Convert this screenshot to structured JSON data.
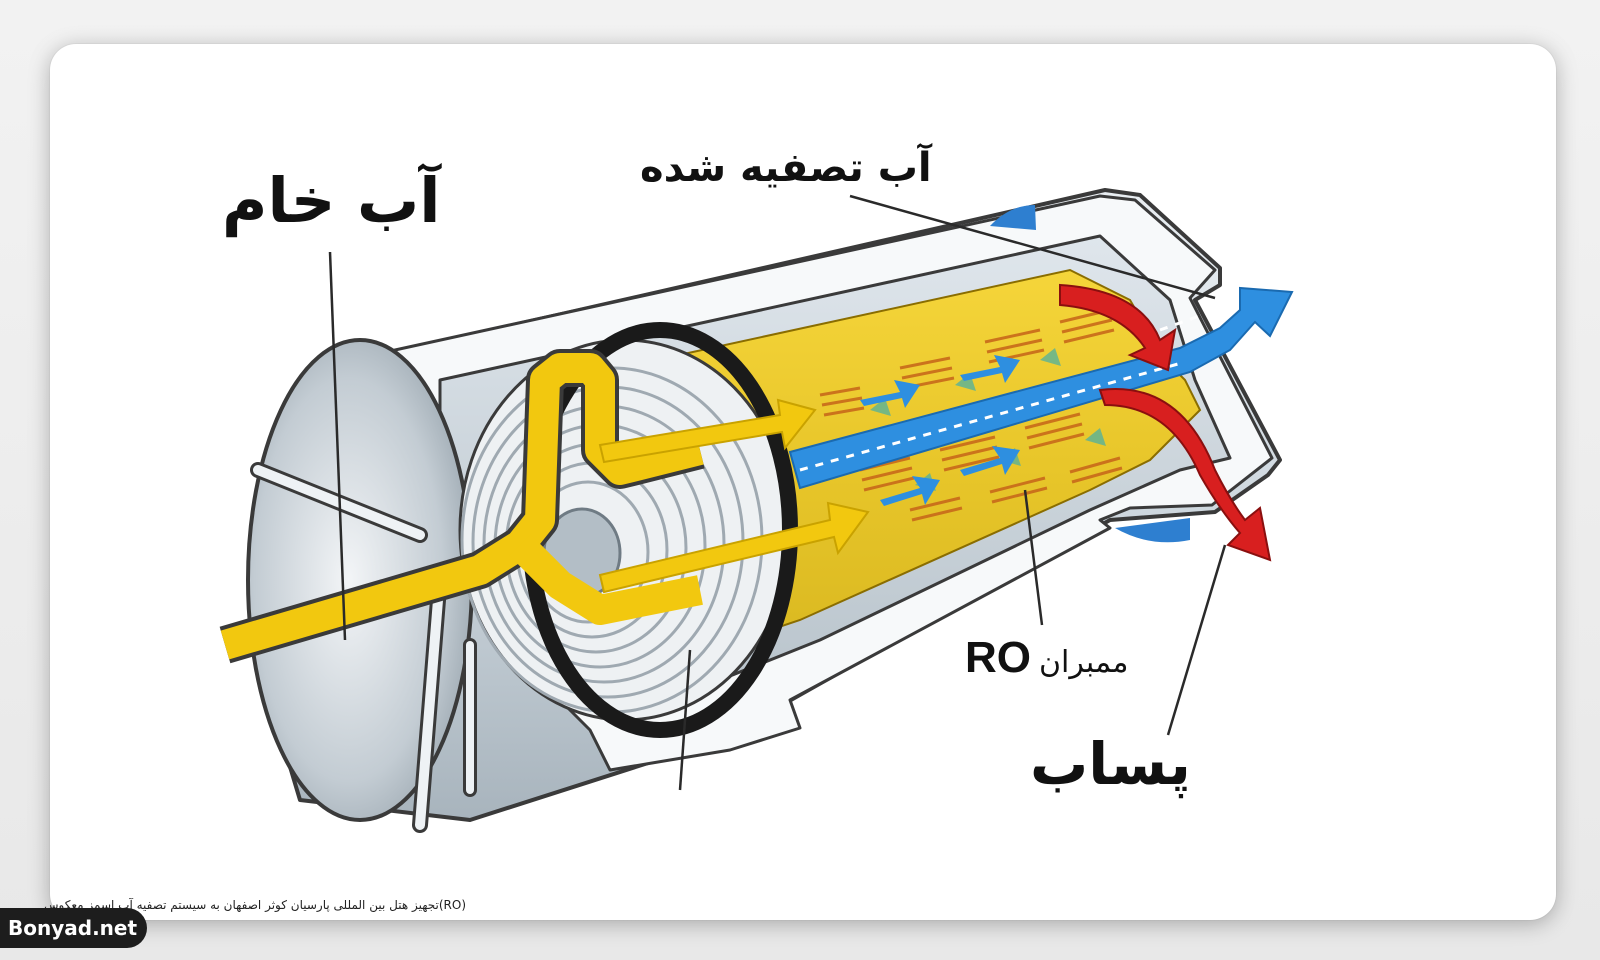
{
  "labels": {
    "raw_water": "آب خام",
    "purified_water": "آب تصفیه شده",
    "membrane_prefix": "RO",
    "membrane_name": "ممبران",
    "waste_water": "پساب"
  },
  "caption": "(RO)تجهیز هتل بین المللی پارسیان کوثر اصفهان به سیستم تصفیه آب اسمز معکوس",
  "logo_text": "Bonyad.net",
  "colors": {
    "raw_water_flow": "#f2c80f",
    "purified_water_flow": "#2e8fe0",
    "waste_water_flow": "#d81f1f",
    "membrane": "#e08a38",
    "housing": "#c9d3db",
    "seal_ring": "#1a1a1a"
  }
}
